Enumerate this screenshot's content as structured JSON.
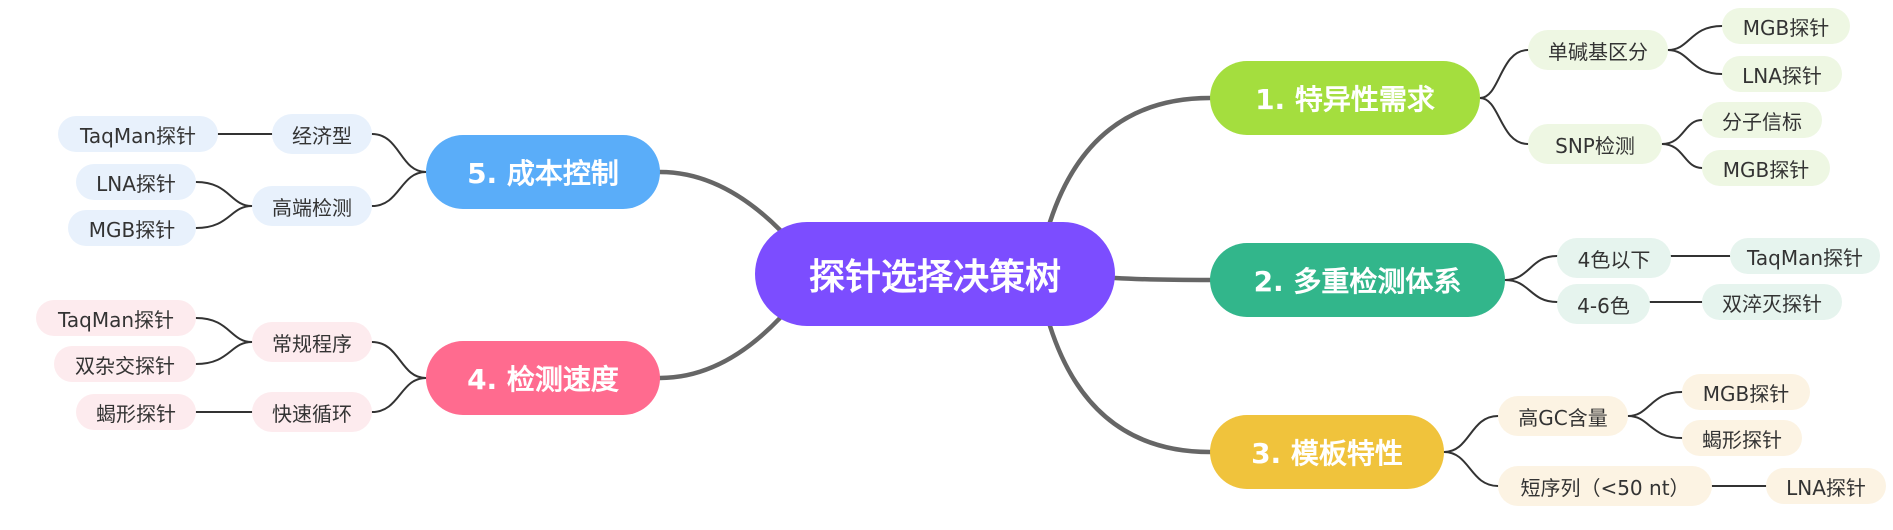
{
  "root": {
    "label": "探针选择决策树"
  },
  "branches": [
    {
      "label": "1. 特异性需求",
      "color": "#a4de3e",
      "children": [
        {
          "label": "单碱基区分",
          "children": [
            {
              "label": "MGB探针"
            },
            {
              "label": "LNA探针"
            }
          ]
        },
        {
          "label": "SNP检测",
          "children": [
            {
              "label": "分子信标"
            },
            {
              "label": "MGB探针"
            }
          ]
        }
      ]
    },
    {
      "label": "2. 多重检测体系",
      "color": "#32b68b",
      "children": [
        {
          "label": "4色以下",
          "children": [
            {
              "label": "TaqMan探针"
            }
          ]
        },
        {
          "label": "4-6色",
          "children": [
            {
              "label": "双淬灭探针"
            }
          ]
        }
      ]
    },
    {
      "label": "3. 模板特性",
      "color": "#f0c33c",
      "children": [
        {
          "label": "高GC含量",
          "children": [
            {
              "label": "MGB探针"
            },
            {
              "label": "蝎形探针"
            }
          ]
        },
        {
          "label": "短序列（<50 nt）",
          "children": [
            {
              "label": "LNA探针"
            }
          ]
        }
      ]
    },
    {
      "label": "4. 检测速度",
      "color": "#ff6b8f",
      "children": [
        {
          "label": "常规程序",
          "children": [
            {
              "label": "TaqMan探针"
            },
            {
              "label": "双杂交探针"
            }
          ]
        },
        {
          "label": "快速循环",
          "children": [
            {
              "label": "蝎形探针"
            }
          ]
        }
      ]
    },
    {
      "label": "5. 成本控制",
      "color": "#5aadf9",
      "children": [
        {
          "label": "经济型",
          "children": [
            {
              "label": "TaqMan探针"
            }
          ]
        },
        {
          "label": "高端检测",
          "children": [
            {
              "label": "LNA探针"
            },
            {
              "label": "MGB探针"
            }
          ]
        }
      ]
    }
  ]
}
